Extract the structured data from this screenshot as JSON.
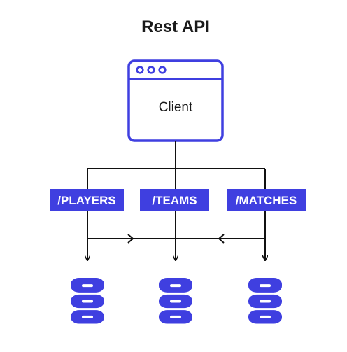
{
  "title": "Rest API",
  "client": {
    "label": "Client",
    "icon": "browser-window-icon"
  },
  "endpoints": [
    {
      "label": "/PLAYERS"
    },
    {
      "label": "/TEAMS"
    },
    {
      "label": "/MATCHES"
    }
  ],
  "databases": [
    {
      "icon": "database-icon"
    },
    {
      "icon": "database-icon"
    },
    {
      "icon": "database-icon"
    }
  ],
  "colors": {
    "accent": "#3f3fe0",
    "text": "#1a1a1a",
    "line": "#111111",
    "background": "#ffffff"
  }
}
